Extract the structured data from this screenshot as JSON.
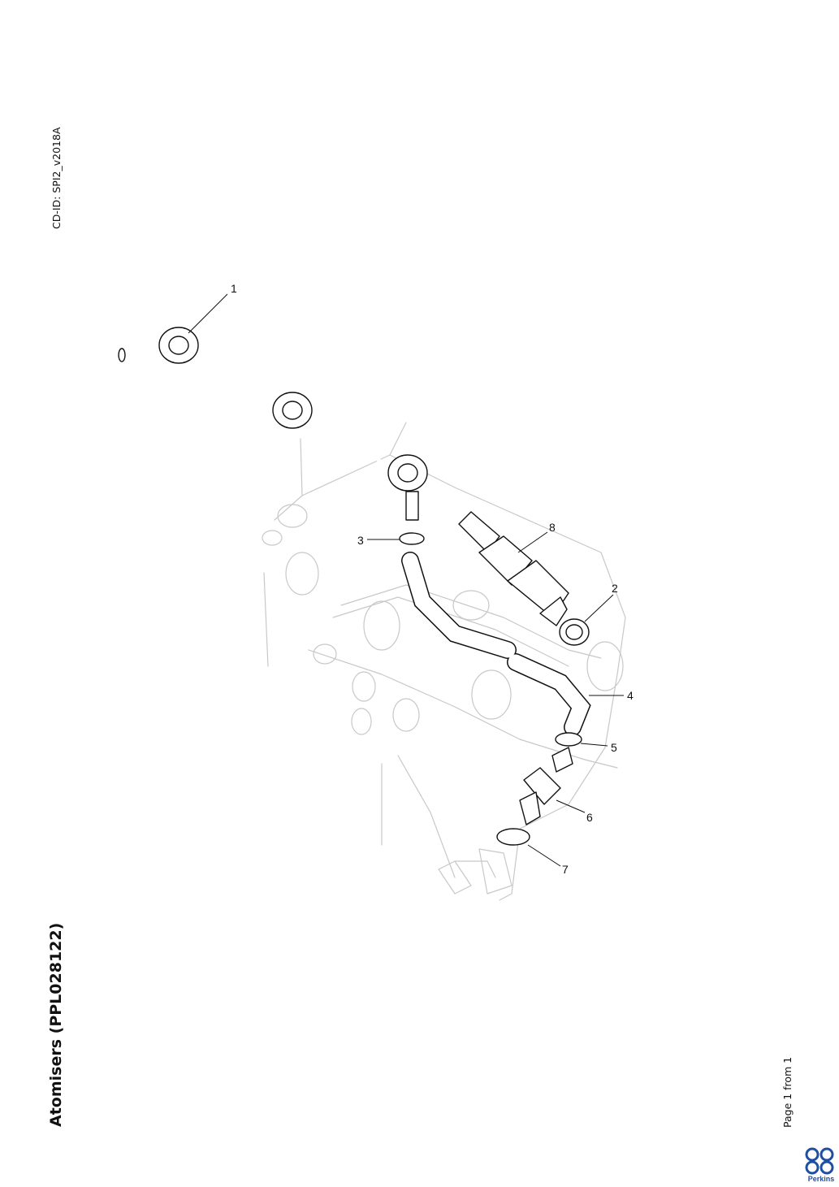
{
  "document": {
    "id_label": "CD-ID: SPI2_v2018A",
    "title": "Atomisers (PPL028122)",
    "page_label": "Page 1 from 1"
  },
  "diagram": {
    "callouts": [
      "1",
      "2",
      "3",
      "4",
      "5",
      "6",
      "7",
      "8"
    ]
  },
  "brand": {
    "name": "Perkins",
    "color": "#1e4fa0"
  }
}
